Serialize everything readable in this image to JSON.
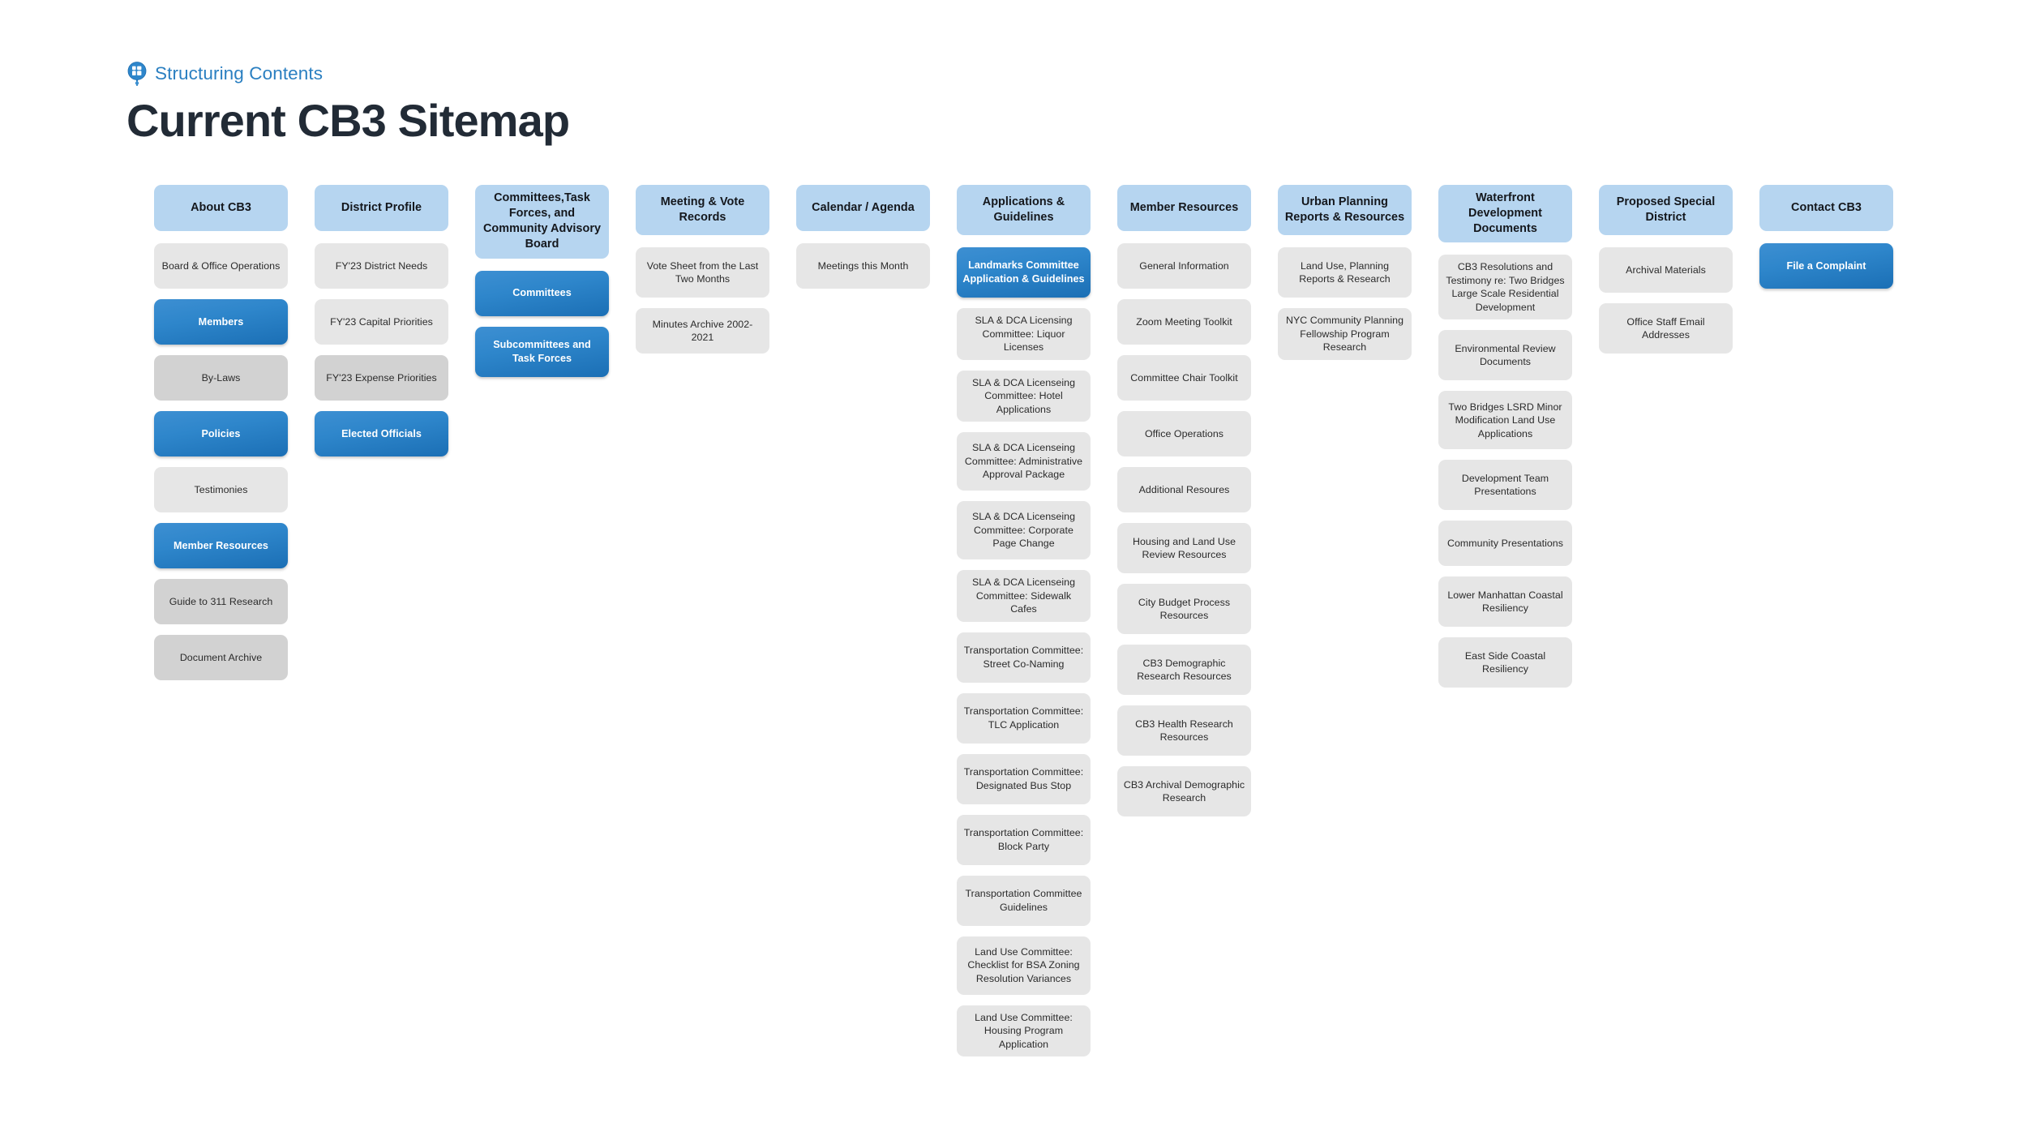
{
  "header": {
    "eyebrow_label": "Structuring Contents",
    "eyebrow_icon": "sitemap-pin-icon",
    "title": "Current CB3 Sitemap",
    "accent_color": "#2a7fc1",
    "title_color": "#222b36"
  },
  "palette": {
    "section_header_bg": "#b6d5f0",
    "highlight_blue": "#2e86cb",
    "node_gray": "#e6e6e6",
    "node_gray_dark": "#d2d2d2",
    "page_bg": "#ffffff"
  },
  "columns": [
    {
      "id": "about-cb3",
      "header": "About CB3",
      "items": [
        {
          "label": "Board & Office Operations",
          "style": "gray"
        },
        {
          "label": "Members",
          "style": "blue"
        },
        {
          "label": "By-Laws",
          "style": "gray-dark"
        },
        {
          "label": "Policies",
          "style": "blue"
        },
        {
          "label": "Testimonies",
          "style": "gray"
        },
        {
          "label": "Member Resources",
          "style": "blue"
        },
        {
          "label": "Guide to 311 Research",
          "style": "gray-dark"
        },
        {
          "label": "Document Archive",
          "style": "gray-dark"
        }
      ]
    },
    {
      "id": "district-profile",
      "header": "District Profile",
      "items": [
        {
          "label": "FY'23 District Needs",
          "style": "gray"
        },
        {
          "label": "FY'23 Capital Priorities",
          "style": "gray"
        },
        {
          "label": "FY'23 Expense Priorities",
          "style": "gray-dark"
        },
        {
          "label": "Elected Officials",
          "style": "blue"
        }
      ]
    },
    {
      "id": "committees-task-forces",
      "header": "Committees,Task Forces, and Community Advisory Board",
      "items": [
        {
          "label": "Committees",
          "style": "blue"
        },
        {
          "label": "Subcommittees and Task Forces",
          "style": "blue"
        }
      ]
    },
    {
      "id": "meeting-vote-records",
      "header": "Meeting & Vote Records",
      "items": [
        {
          "label": "Vote Sheet from the Last Two Months",
          "style": "gray"
        },
        {
          "label": "Minutes Archive 2002-2021",
          "style": "gray"
        }
      ]
    },
    {
      "id": "calendar-agenda",
      "header": "Calendar / Agenda",
      "items": [
        {
          "label": "Meetings this Month",
          "style": "gray"
        }
      ]
    },
    {
      "id": "applications-guidelines",
      "header": "Applications & Guidelines",
      "items": [
        {
          "label": "Landmarks Committee Application & Guidelines",
          "style": "blue"
        },
        {
          "label": "SLA & DCA Licensing Committee: Liquor Licenses",
          "style": "gray"
        },
        {
          "label": "SLA & DCA Licenseing Committee: Hotel Applications",
          "style": "gray"
        },
        {
          "label": "SLA & DCA Licenseing Committee: Administrative Approval Package",
          "style": "gray"
        },
        {
          "label": "SLA & DCA Licenseing Committee: Corporate Page Change",
          "style": "gray"
        },
        {
          "label": "SLA & DCA Licenseing Committee: Sidewalk Cafes",
          "style": "gray"
        },
        {
          "label": "Transportation Committee: Street Co-Naming",
          "style": "gray"
        },
        {
          "label": "Transportation Committee: TLC Application",
          "style": "gray"
        },
        {
          "label": "Transportation Committee: Designated Bus Stop",
          "style": "gray"
        },
        {
          "label": "Transportation Committee: Block Party",
          "style": "gray"
        },
        {
          "label": "Transportation Committee Guidelines",
          "style": "gray"
        },
        {
          "label": "Land Use Committee: Checklist for BSA Zoning Resolution Variances",
          "style": "gray"
        },
        {
          "label": "Land Use Committee: Housing Program Application",
          "style": "gray"
        }
      ]
    },
    {
      "id": "member-resources",
      "header": "Member Resources",
      "items": [
        {
          "label": "General Information",
          "style": "gray"
        },
        {
          "label": "Zoom Meeting Toolkit",
          "style": "gray"
        },
        {
          "label": "Committee Chair Toolkit",
          "style": "gray"
        },
        {
          "label": "Office Operations",
          "style": "gray"
        },
        {
          "label": "Additional Resoures",
          "style": "gray"
        },
        {
          "label": "Housing and Land Use Review Resources",
          "style": "gray"
        },
        {
          "label": "City Budget Process Resources",
          "style": "gray"
        },
        {
          "label": "CB3 Demographic Research Resources",
          "style": "gray"
        },
        {
          "label": "CB3 Health Research Resources",
          "style": "gray"
        },
        {
          "label": "CB3 Archival Demographic Research",
          "style": "gray"
        }
      ]
    },
    {
      "id": "urban-planning",
      "header": "Urban Planning Reports & Resources",
      "items": [
        {
          "label": "Land Use, Planning Reports & Research",
          "style": "gray"
        },
        {
          "label": "NYC Community Planning Fellowship Program Research",
          "style": "gray"
        }
      ]
    },
    {
      "id": "waterfront-development",
      "header": "Waterfront Development Documents",
      "items": [
        {
          "label": "CB3 Resolutions and Testimony re: Two Bridges Large Scale Residential Development",
          "style": "gray"
        },
        {
          "label": "Environmental Review Documents",
          "style": "gray"
        },
        {
          "label": "Two Bridges LSRD Minor Modification Land Use Applications",
          "style": "gray"
        },
        {
          "label": "Development Team Presentations",
          "style": "gray"
        },
        {
          "label": "Community Presentations",
          "style": "gray"
        },
        {
          "label": "Lower Manhattan Coastal Resiliency",
          "style": "gray"
        },
        {
          "label": "East Side Coastal Resiliency",
          "style": "gray"
        }
      ]
    },
    {
      "id": "proposed-special-district",
      "header": "Proposed Special District",
      "items": [
        {
          "label": "Archival Materials",
          "style": "gray"
        },
        {
          "label": "Office Staff Email Addresses",
          "style": "gray"
        }
      ]
    },
    {
      "id": "contact-cb3",
      "header": "Contact CB3",
      "items": [
        {
          "label": "File a Complaint",
          "style": "blue"
        }
      ]
    }
  ]
}
